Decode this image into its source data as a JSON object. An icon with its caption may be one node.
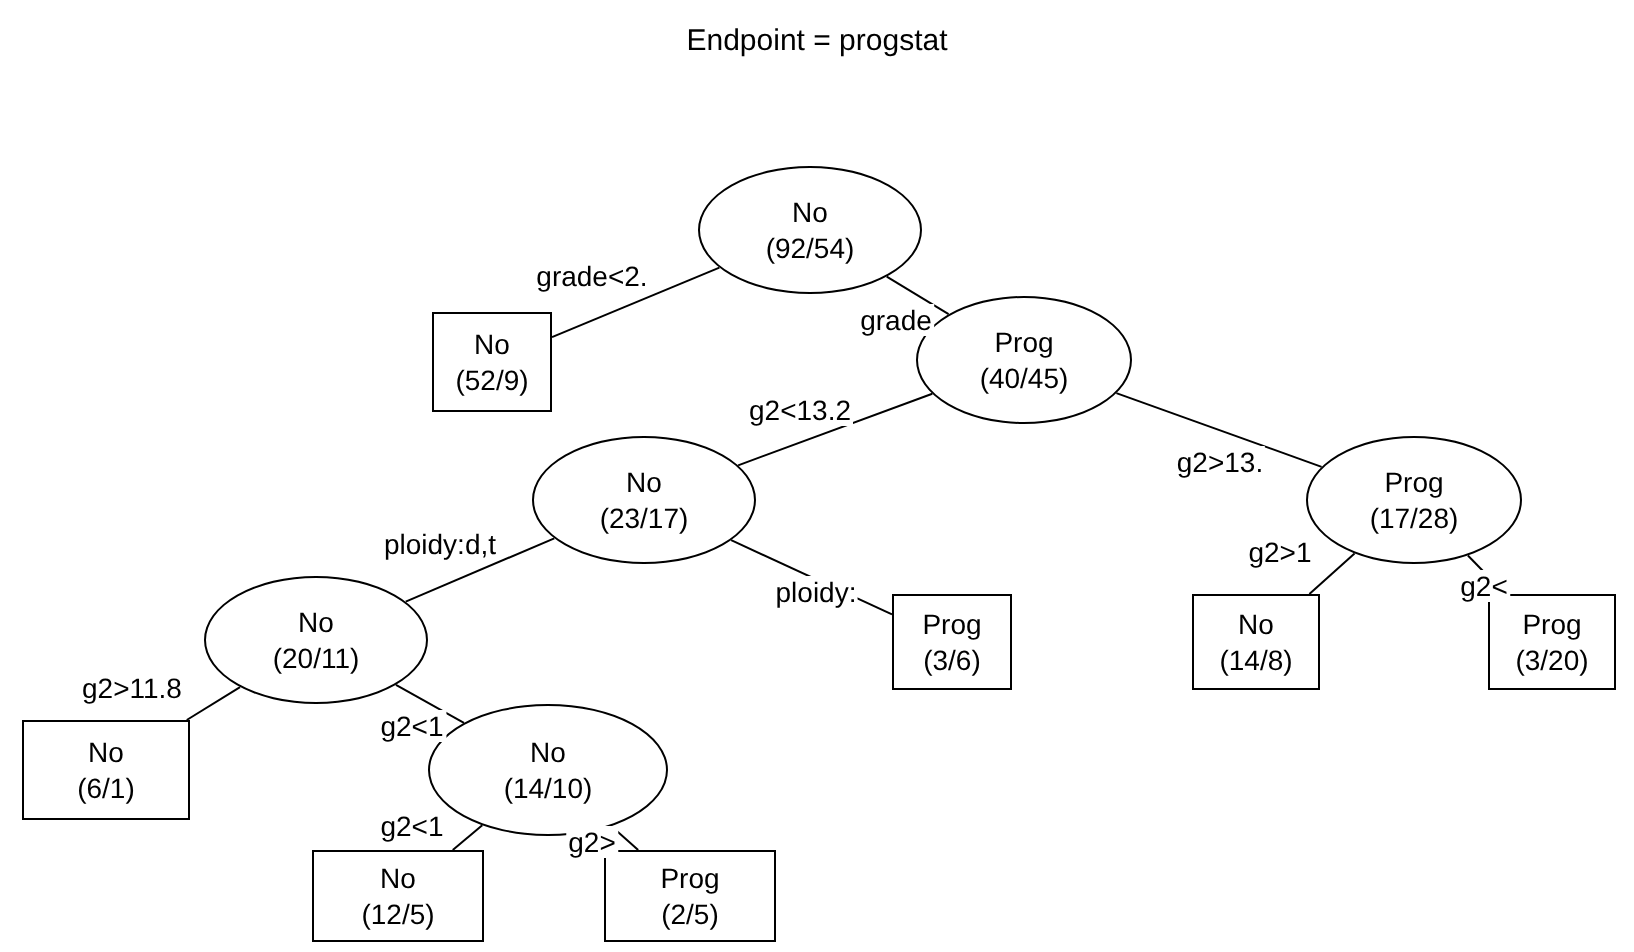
{
  "diagram": {
    "title": "Endpoint = progstat",
    "nodes": [
      {
        "text": [
          "No",
          "(92/54)"
        ]
      },
      {
        "text": [
          "No",
          "(52/9)"
        ]
      },
      {
        "text": [
          "Prog",
          "(40/45)"
        ]
      },
      {
        "text": [
          "No",
          "(23/17)"
        ]
      },
      {
        "text": [
          "Prog",
          "(17/28)"
        ]
      },
      {
        "text": [
          "No",
          "(20/11)"
        ]
      },
      {
        "text": [
          "Prog",
          "(3/6)"
        ]
      },
      {
        "text": [
          "No",
          "(14/8)"
        ]
      },
      {
        "text": [
          "Prog",
          "(3/20)"
        ]
      },
      {
        "text": [
          "No",
          "(6/1)"
        ]
      },
      {
        "text": [
          "No",
          "(14/10)"
        ]
      },
      {
        "text": [
          "No",
          "(12/5)"
        ]
      },
      {
        "text": [
          "Prog",
          "(2/5)"
        ]
      }
    ],
    "edges": [
      {
        "from": 0,
        "to": 1,
        "arrow": "none",
        "label": "grade<2."
      },
      {
        "from": 0,
        "to": 2,
        "arrow": "none",
        "label": "grade"
      },
      {
        "from": 2,
        "to": 3,
        "arrow": "none",
        "label": "g2<13.2"
      },
      {
        "from": 2,
        "to": 4,
        "arrow": "none",
        "label": "g2>13."
      },
      {
        "from": 3,
        "to": 5,
        "arrow": "none",
        "label": "ploidy:d,t"
      },
      {
        "from": 3,
        "to": 6,
        "arrow": "none",
        "label": "ploidy:"
      },
      {
        "from": 4,
        "to": 7,
        "arrow": "none",
        "label": "g2>1"
      },
      {
        "from": 4,
        "to": 8,
        "arrow": "none",
        "label": "g2<"
      },
      {
        "from": 5,
        "to": 9,
        "arrow": "none",
        "label": "g2>11.8"
      },
      {
        "from": 5,
        "to": 10,
        "arrow": "none",
        "label": "g2<1"
      },
      {
        "from": 10,
        "to": 11,
        "arrow": "none",
        "label": "g2<1"
      },
      {
        "from": 10,
        "to": 12,
        "arrow": "none",
        "label": "g2>"
      }
    ]
  }
}
